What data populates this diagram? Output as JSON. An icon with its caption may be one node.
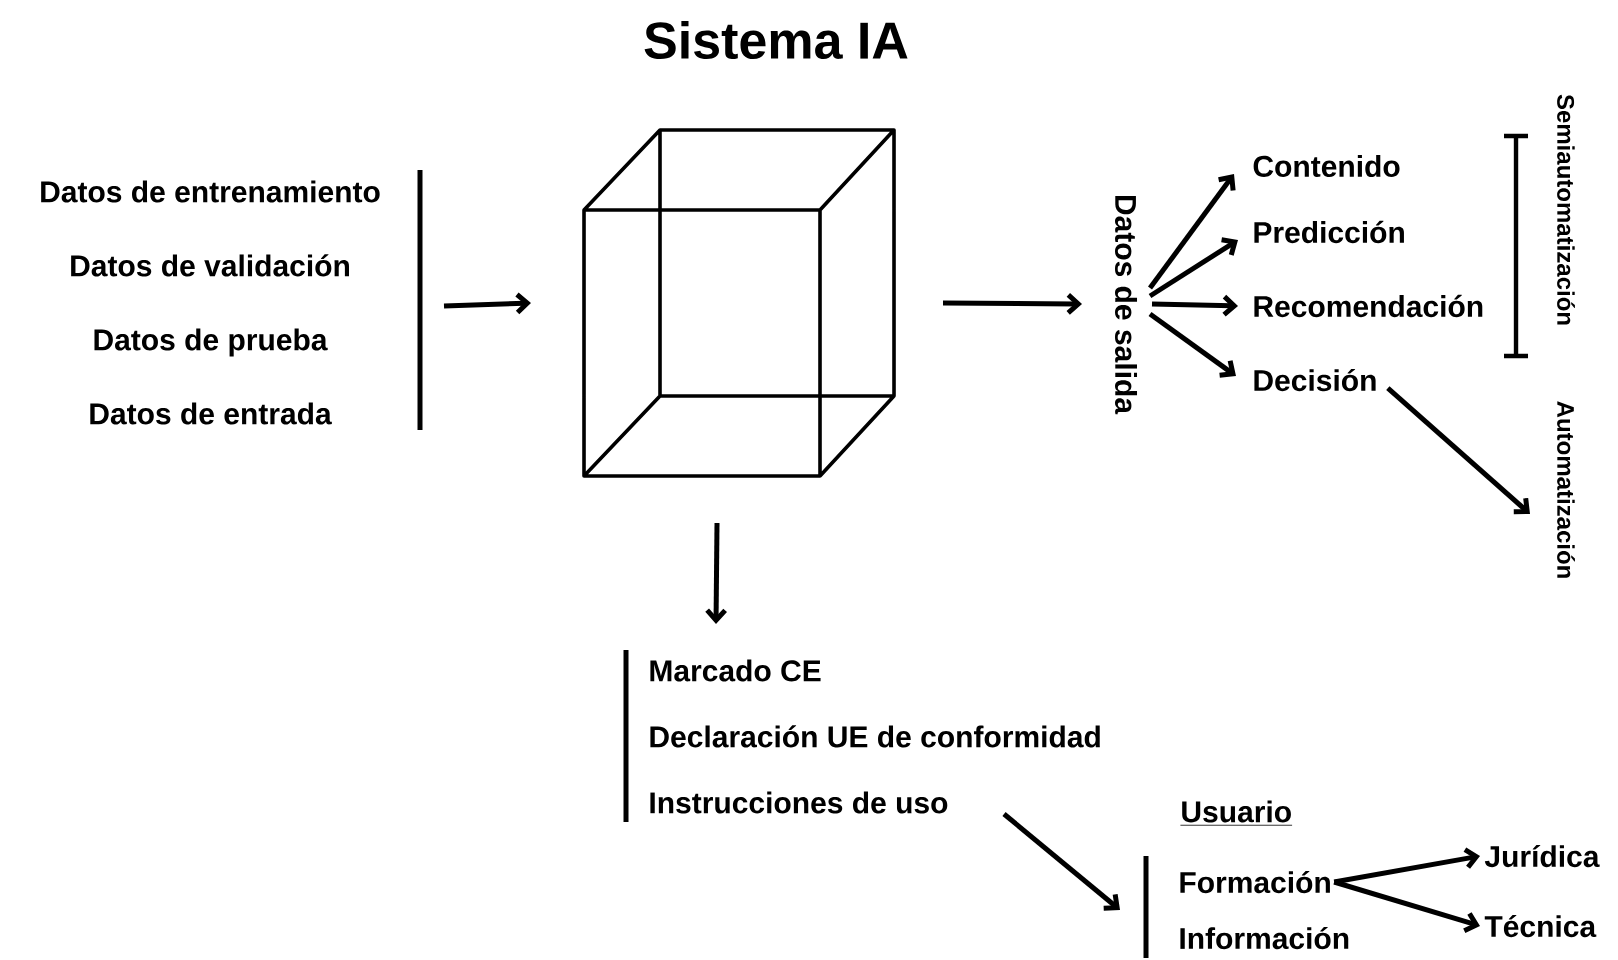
{
  "diagram": {
    "title": "Sistema IA",
    "nodes": [
      {
        "text": [
          "Datos de entrenamiento",
          "Datos de validación",
          "Datos de prueba",
          "Datos de entrada"
        ]
      },
      {
        "text": [],
        "shape": "cube"
      },
      {
        "text": [
          "Datos de salida"
        ]
      },
      {
        "text": [
          "Contenido"
        ]
      },
      {
        "text": [
          "Predicción"
        ]
      },
      {
        "text": [
          "Recomendación"
        ]
      },
      {
        "text": [
          "Decisión"
        ]
      },
      {
        "text": [
          "Automatización"
        ]
      },
      {
        "text": [
          "Marcado CE",
          "Declaración UE de conformidad",
          "Instrucciones de uso"
        ]
      },
      {
        "text": [
          "Usuario"
        ]
      },
      {
        "text": [
          "Formación"
        ],
        "in": 9
      },
      {
        "text": [
          "Información"
        ],
        "in": 9
      },
      {
        "text": [
          "Jurídica"
        ]
      },
      {
        "text": [
          "Técnica"
        ]
      }
    ],
    "edges": [
      {
        "from": 0,
        "to": 1,
        "arrow": "to"
      },
      {
        "from": 1,
        "to": 2,
        "arrow": "to"
      },
      {
        "from": 2,
        "to": 3,
        "arrow": "to"
      },
      {
        "from": 2,
        "to": 4,
        "arrow": "to"
      },
      {
        "from": 2,
        "to": 5,
        "arrow": "to"
      },
      {
        "from": 2,
        "to": 6,
        "arrow": "to"
      },
      {
        "from": 6,
        "to": 7,
        "arrow": "to"
      },
      {
        "from": 1,
        "to": 8,
        "arrow": "to"
      },
      {
        "from": 8,
        "to": 9,
        "arrow": "to"
      },
      {
        "from": 10,
        "to": 12,
        "arrow": "to"
      },
      {
        "from": 10,
        "to": 13,
        "arrow": "to"
      }
    ],
    "labels": [
      "Semiautomatización"
    ]
  }
}
